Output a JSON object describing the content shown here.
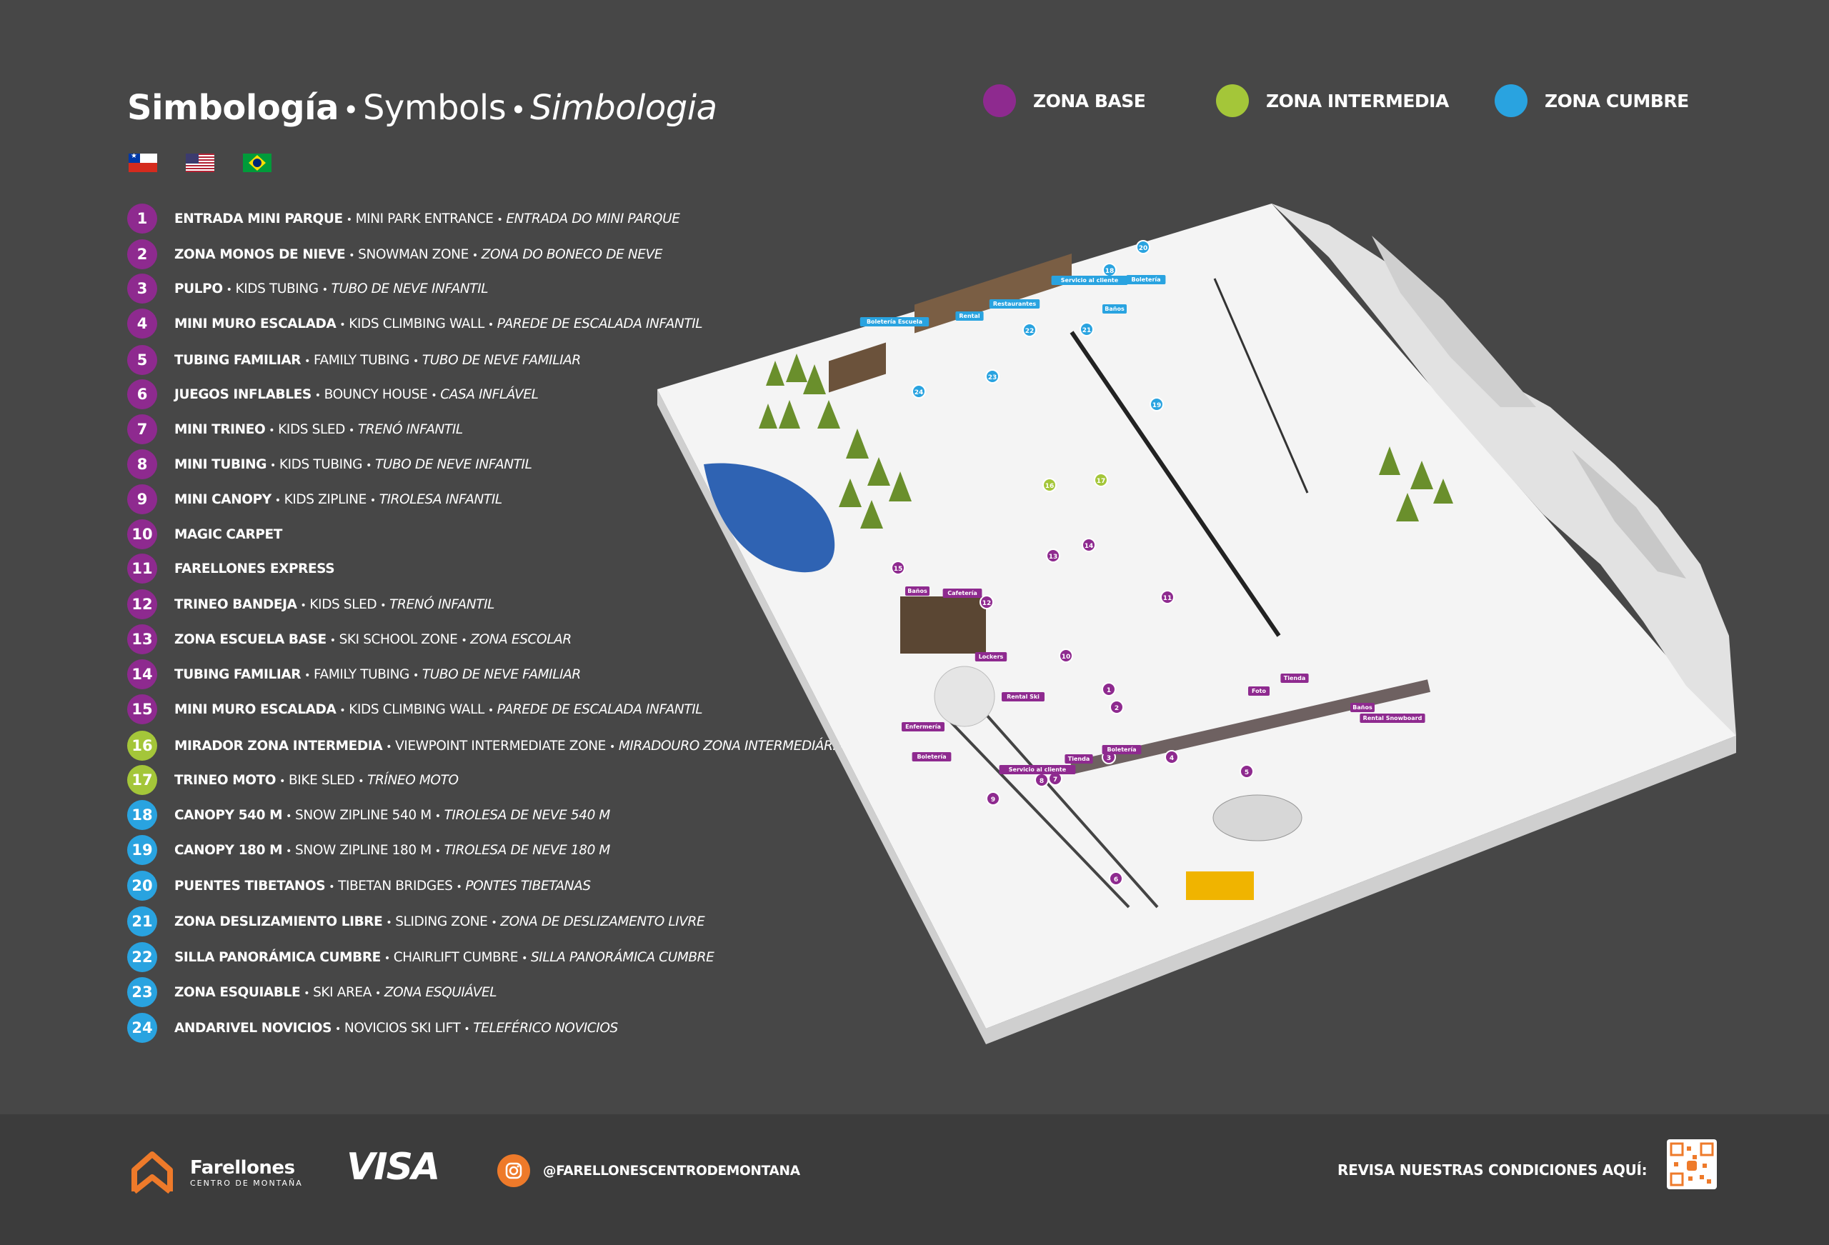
{
  "title": {
    "es": "Simbología",
    "en": "Symbols",
    "pt": "Simbologia",
    "separator": "•"
  },
  "flags": [
    {
      "icon": "chile-flag-icon"
    },
    {
      "icon": "usa-flag-icon"
    },
    {
      "icon": "brazil-flag-icon"
    }
  ],
  "zones": [
    {
      "label": "ZONA BASE",
      "color": "#8e2a8f"
    },
    {
      "label": "ZONA INTERMEDIA",
      "color": "#a4c639"
    },
    {
      "label": "ZONA CUMBRE",
      "color": "#29a3e0"
    }
  ],
  "colors": {
    "base": "#8e2a8f",
    "intermedia": "#a4c639",
    "cumbre": "#29a3e0",
    "background": "#474747",
    "footer": "#3c3c3c",
    "accent": "#ee7a2a"
  },
  "legend": [
    {
      "n": "1",
      "zone": "base",
      "es": "ENTRADA MINI PARQUE",
      "en": "MINI PARK ENTRANCE",
      "pt": "ENTRADA DO MINI PARQUE"
    },
    {
      "n": "2",
      "zone": "base",
      "es": "ZONA MONOS DE NIEVE",
      "en": "SNOWMAN ZONE",
      "pt": "ZONA DO BONECO DE NEVE"
    },
    {
      "n": "3",
      "zone": "base",
      "es": "PULPO",
      "en": "KIDS TUBING",
      "pt": "TUBO DE NEVE INFANTIL"
    },
    {
      "n": "4",
      "zone": "base",
      "es": "MINI MURO ESCALADA",
      "en": "KIDS CLIMBING WALL",
      "pt": "PAREDE DE ESCALADA INFANTIL"
    },
    {
      "n": "5",
      "zone": "base",
      "es": "TUBING FAMILIAR",
      "en": "FAMILY TUBING",
      "pt": "TUBO DE NEVE FAMILIAR"
    },
    {
      "n": "6",
      "zone": "base",
      "es": "JUEGOS INFLABLES",
      "en": "BOUNCY HOUSE",
      "pt": "CASA INFLÁVEL"
    },
    {
      "n": "7",
      "zone": "base",
      "es": "MINI TRINEO",
      "en": "KIDS SLED",
      "pt": "TRENÓ INFANTIL"
    },
    {
      "n": "8",
      "zone": "base",
      "es": "MINI TUBING",
      "en": "KIDS TUBING",
      "pt": "TUBO DE NEVE INFANTIL"
    },
    {
      "n": "9",
      "zone": "base",
      "es": "MINI CANOPY",
      "en": "KIDS ZIPLINE",
      "pt": "TIROLESA INFANTIL"
    },
    {
      "n": "10",
      "zone": "base",
      "es": "MAGIC CARPET",
      "en": "",
      "pt": ""
    },
    {
      "n": "11",
      "zone": "base",
      "es": "FARELLONES EXPRESS",
      "en": "",
      "pt": ""
    },
    {
      "n": "12",
      "zone": "base",
      "es": "TRINEO BANDEJA",
      "en": "KIDS SLED",
      "pt": "TRENÓ INFANTIL"
    },
    {
      "n": "13",
      "zone": "base",
      "es": "ZONA ESCUELA BASE",
      "en": "SKI SCHOOL ZONE",
      "pt": "ZONA ESCOLAR"
    },
    {
      "n": "14",
      "zone": "base",
      "es": "TUBING  FAMILIAR",
      "en": "FAMILY TUBING",
      "pt": "TUBO DE NEVE FAMILIAR"
    },
    {
      "n": "15",
      "zone": "base",
      "es": "MINI MURO ESCALADA",
      "en": "KIDS CLIMBING WALL",
      "pt": "PAREDE DE ESCALADA INFANTIL"
    },
    {
      "n": "16",
      "zone": "intermedia",
      "es": "MIRADOR ZONA INTERMEDIA",
      "en": "VIEWPOINT INTERMEDIATE ZONE",
      "pt": "MIRADOURO ZONA INTERMEDIÁRIA"
    },
    {
      "n": "17",
      "zone": "intermedia",
      "es": "TRINEO MOTO",
      "en": "BIKE SLED",
      "pt": "TRÍNEO MOTO"
    },
    {
      "n": "18",
      "zone": "cumbre",
      "es": "CANOPY 540 M",
      "en": "SNOW ZIPLINE 540 M",
      "pt": "TIROLESA DE NEVE 540 M"
    },
    {
      "n": "19",
      "zone": "cumbre",
      "es": "CANOPY 180 M",
      "en": "SNOW ZIPLINE 180 M",
      "pt": "TIROLESA DE NEVE 180 M"
    },
    {
      "n": "20",
      "zone": "cumbre",
      "es": "PUENTES TIBETANOS",
      "en": "TIBETAN BRIDGES",
      "pt": "PONTES TIBETANAS"
    },
    {
      "n": "21",
      "zone": "cumbre",
      "es": "ZONA DESLIZAMIENTO LIBRE",
      "en": "SLIDING ZONE",
      "pt": "ZONA DE DESLIZAMENTO LIVRE"
    },
    {
      "n": "22",
      "zone": "cumbre",
      "es": "SILLA PANORÁMICA CUMBRE",
      "en": "CHAIRLIFT CUMBRE",
      "pt": "SILLA PANORÁMICA CUMBRE"
    },
    {
      "n": "23",
      "zone": "cumbre",
      "es": "ZONA ESQUIABLE",
      "en": "SKI AREA",
      "pt": "ZONA ESQUIÁVEL"
    },
    {
      "n": "24",
      "zone": "cumbre",
      "es": "ANDARIVEL NOVICIOS",
      "en": "NOVICIOS SKI LIFT",
      "pt": "TELEFÉRICO NOVICIOS"
    }
  ],
  "map": {
    "labels": [
      {
        "text": "Boletería Escuela",
        "kind": "cumbre"
      },
      {
        "text": "Rental",
        "kind": "cumbre"
      },
      {
        "text": "Restaurantes",
        "kind": "cumbre"
      },
      {
        "text": "Servicio al cliente",
        "kind": "cumbre"
      },
      {
        "text": "Boletería",
        "kind": "cumbre"
      },
      {
        "text": "Baños",
        "kind": "cumbre"
      },
      {
        "text": "Baños",
        "kind": "base"
      },
      {
        "text": "Cafetería",
        "kind": "base"
      },
      {
        "text": "Lockers",
        "kind": "base"
      },
      {
        "text": "Rental Ski",
        "kind": "base"
      },
      {
        "text": "Enfermería",
        "kind": "base"
      },
      {
        "text": "Boletería",
        "kind": "base"
      },
      {
        "text": "Servicio al cliente",
        "kind": "base"
      },
      {
        "text": "Tienda",
        "kind": "base"
      },
      {
        "text": "Boletería",
        "kind": "base"
      },
      {
        "text": "Foto",
        "kind": "base"
      },
      {
        "text": "Tienda",
        "kind": "base"
      },
      {
        "text": "Baños",
        "kind": "base"
      },
      {
        "text": "Rental Snowboard",
        "kind": "base"
      }
    ],
    "markers": [
      {
        "n": "1",
        "zone": "base"
      },
      {
        "n": "2",
        "zone": "base"
      },
      {
        "n": "3",
        "zone": "base"
      },
      {
        "n": "4",
        "zone": "base"
      },
      {
        "n": "5",
        "zone": "base"
      },
      {
        "n": "6",
        "zone": "base"
      },
      {
        "n": "7",
        "zone": "base"
      },
      {
        "n": "8",
        "zone": "base"
      },
      {
        "n": "9",
        "zone": "base"
      },
      {
        "n": "10",
        "zone": "base"
      },
      {
        "n": "11",
        "zone": "base"
      },
      {
        "n": "12",
        "zone": "base"
      },
      {
        "n": "13",
        "zone": "base"
      },
      {
        "n": "14",
        "zone": "base"
      },
      {
        "n": "15",
        "zone": "base"
      },
      {
        "n": "16",
        "zone": "intermedia"
      },
      {
        "n": "17",
        "zone": "intermedia"
      },
      {
        "n": "18",
        "zone": "cumbre"
      },
      {
        "n": "19",
        "zone": "cumbre"
      },
      {
        "n": "20",
        "zone": "cumbre"
      },
      {
        "n": "21",
        "zone": "cumbre"
      },
      {
        "n": "22",
        "zone": "cumbre"
      },
      {
        "n": "23",
        "zone": "cumbre"
      },
      {
        "n": "24",
        "zone": "cumbre"
      }
    ]
  },
  "footer": {
    "brand_name": "Farellones",
    "brand_sub": "CENTRO DE MONTAÑA",
    "brand_icon": "farellones-logo-icon",
    "visa": "VISA",
    "instagram_icon": "instagram-icon",
    "instagram_handle": "@FARELLONESCENTRODEMONTANA",
    "conditions": "REVISA NUESTRAS CONDICIONES AQUÍ:",
    "qr_icon": "qr-code-icon"
  }
}
